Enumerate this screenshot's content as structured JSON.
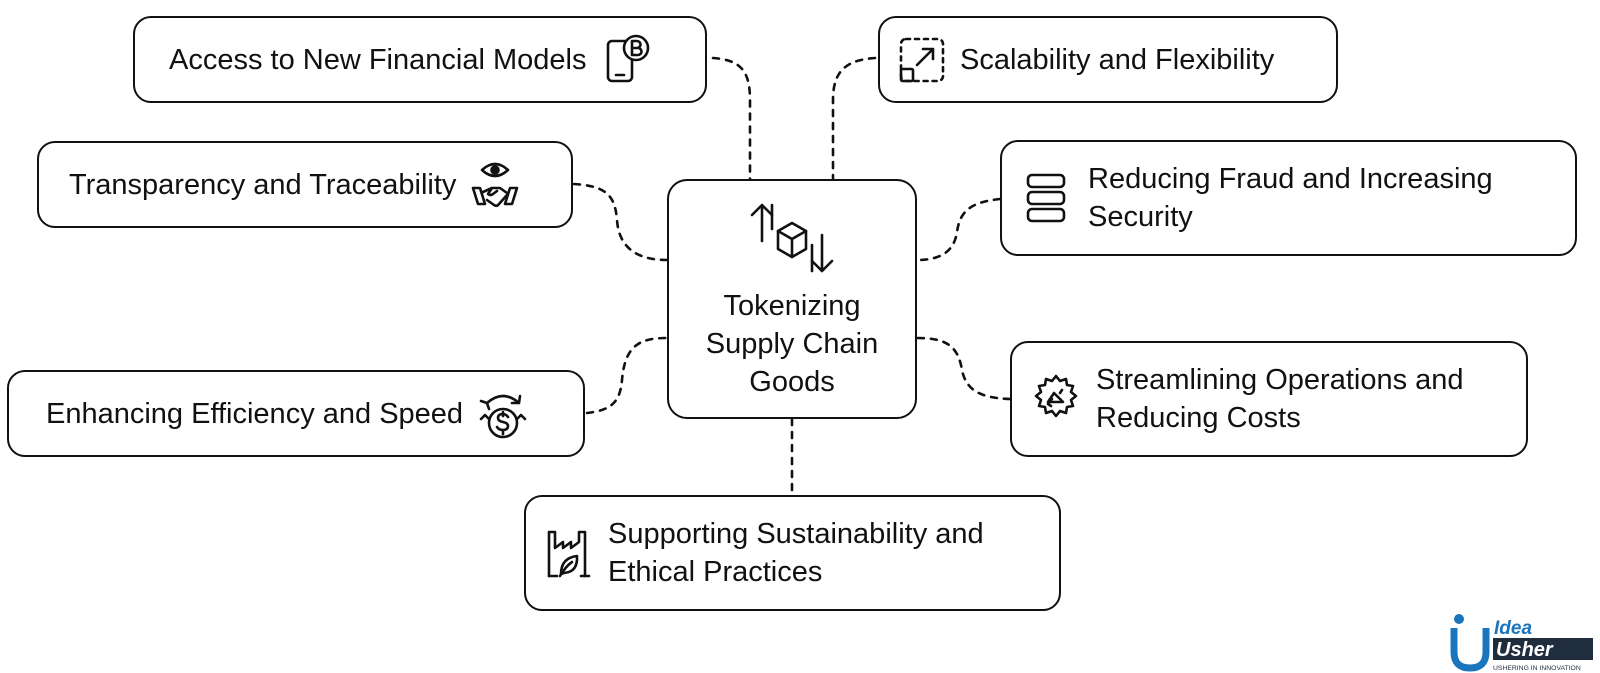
{
  "diagram": {
    "center": {
      "title": "Tokenizing Supply Chain Goods",
      "icon": "token-exchange-icon"
    },
    "nodes": [
      {
        "id": "financial",
        "label": "Access to New Financial Models",
        "icon": "bitcoin-phone-icon"
      },
      {
        "id": "scalability",
        "label": "Scalability and Flexibility",
        "icon": "scale-expand-icon"
      },
      {
        "id": "transparency",
        "label": "Transparency and Traceability",
        "icon": "eye-handshake-icon"
      },
      {
        "id": "fraud",
        "label": "Reducing Fraud and Increasing Security",
        "icon": "server-stack-icon"
      },
      {
        "id": "efficiency",
        "label": "Enhancing Efficiency and Speed",
        "icon": "dollar-cycle-icon"
      },
      {
        "id": "operations",
        "label": "Streamlining Operations and Reducing Costs",
        "icon": "gear-megaphone-icon"
      },
      {
        "id": "sustainability",
        "label": "Supporting Sustainability and Ethical Practices",
        "icon": "eco-factory-icon"
      }
    ]
  },
  "logo": {
    "line1": "Idea",
    "line2": "Usher",
    "tagline": "USHERING IN INNOVATION",
    "colors": {
      "blue": "#1b75bc",
      "dark": "#1f2d3d"
    }
  }
}
